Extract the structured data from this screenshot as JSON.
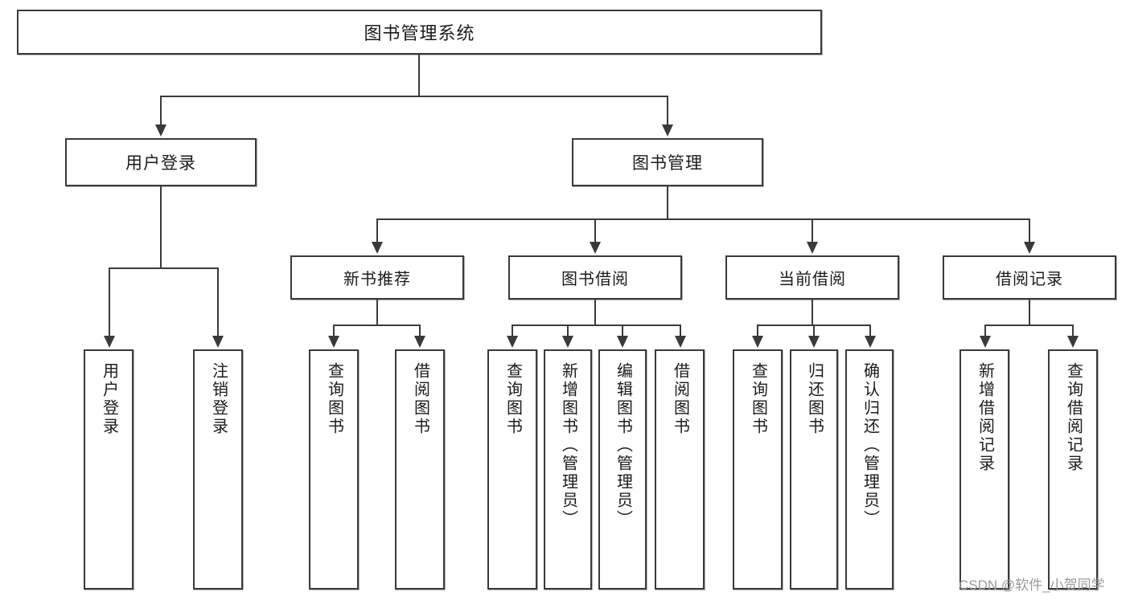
{
  "diagram": {
    "title": "图书管理系统",
    "type": "功能结构图",
    "root": {
      "label": "图书管理系统"
    },
    "level1": [
      {
        "id": "user-login",
        "label": "用户登录"
      },
      {
        "id": "book-manage",
        "label": "图书管理"
      }
    ],
    "level2": [
      {
        "id": "new-book-rec",
        "label": "新书推荐",
        "parent": "book-manage"
      },
      {
        "id": "book-borrow",
        "label": "图书借阅",
        "parent": "book-manage"
      },
      {
        "id": "current-borrow",
        "label": "当前借阅",
        "parent": "book-manage"
      },
      {
        "id": "borrow-record",
        "label": "借阅记录",
        "parent": "book-manage"
      }
    ],
    "leaves": {
      "user_login": [
        {
          "id": "leaf-user-login",
          "label": "用户登录"
        },
        {
          "id": "leaf-logout",
          "label": "注销登录"
        }
      ],
      "new_book_rec": [
        {
          "id": "leaf-query-book-1",
          "label": "查询图书"
        },
        {
          "id": "leaf-borrow-book-1",
          "label": "借阅图书"
        }
      ],
      "book_borrow": [
        {
          "id": "leaf-query-book-2",
          "label": "查询图书"
        },
        {
          "id": "leaf-add-book",
          "label": "新增图书（管理员）"
        },
        {
          "id": "leaf-edit-book",
          "label": "编辑图书（管理员）"
        },
        {
          "id": "leaf-borrow-book-2",
          "label": "借阅图书"
        }
      ],
      "current_borrow": [
        {
          "id": "leaf-query-book-3",
          "label": "查询图书"
        },
        {
          "id": "leaf-return-book",
          "label": "归还图书"
        },
        {
          "id": "leaf-confirm-return",
          "label": "确认归还（管理员）"
        }
      ],
      "borrow_record": [
        {
          "id": "leaf-add-record",
          "label": "新增借阅记录"
        },
        {
          "id": "leaf-query-record",
          "label": "查询借阅记录"
        }
      ]
    },
    "watermark": "CSDN @软件_小贺同学",
    "colors": {
      "stroke": "#3a3a3a",
      "text": "#1b1b1b",
      "background": "#ffffff",
      "watermark": "#9a9a9a"
    }
  }
}
